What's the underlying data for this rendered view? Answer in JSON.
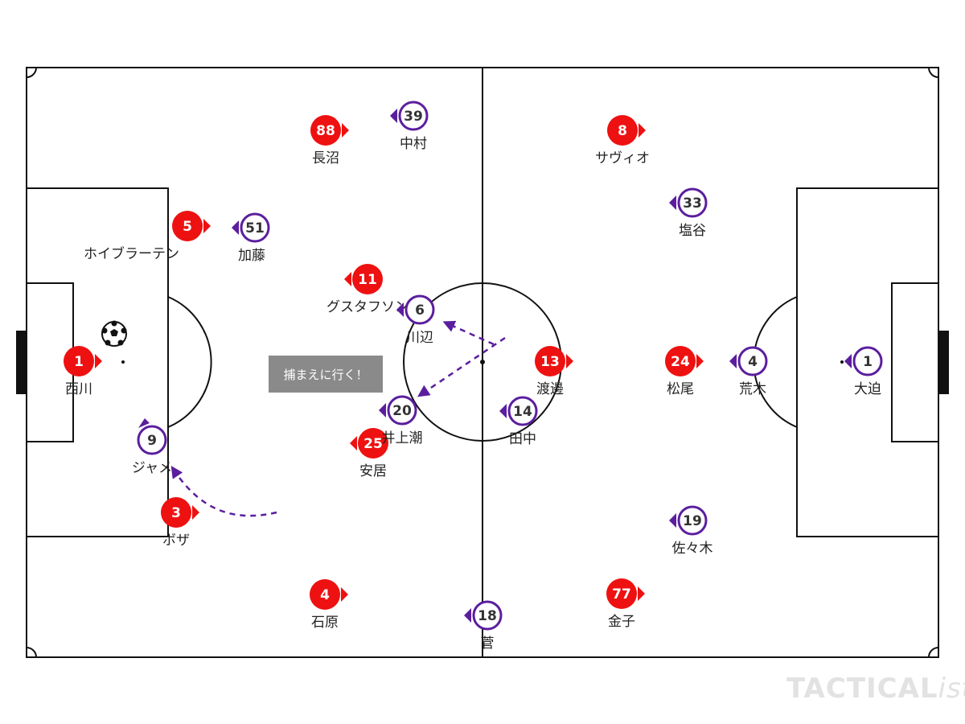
{
  "colors": {
    "home": "#ee1111",
    "away": "#5b1e9e",
    "line": "#111111",
    "callout_bg": "#8a8a8a"
  },
  "callout": {
    "text": "捕まえに行く！"
  },
  "brand": {
    "main": "TACTICAL",
    "accent": "ista"
  },
  "home_players": [
    {
      "number": "1",
      "name": "西川"
    },
    {
      "number": "5",
      "name": "ホイブラーテン"
    },
    {
      "number": "3",
      "name": "ボザ"
    },
    {
      "number": "88",
      "name": "長沼"
    },
    {
      "number": "11",
      "name": "グスタフソン"
    },
    {
      "number": "25",
      "name": "安居"
    },
    {
      "number": "4",
      "name": "石原"
    },
    {
      "number": "13",
      "name": "渡邊"
    },
    {
      "number": "8",
      "name": "サヴィオ"
    },
    {
      "number": "24",
      "name": "松尾"
    },
    {
      "number": "77",
      "name": "金子"
    }
  ],
  "away_players": [
    {
      "number": "1",
      "name": "大迫"
    },
    {
      "number": "4",
      "name": "荒木"
    },
    {
      "number": "33",
      "name": "塩谷"
    },
    {
      "number": "19",
      "name": "佐々木"
    },
    {
      "number": "14",
      "name": "田中"
    },
    {
      "number": "39",
      "name": "中村"
    },
    {
      "number": "51",
      "name": "加藤"
    },
    {
      "number": "6",
      "name": "川辺"
    },
    {
      "number": "20",
      "name": "井上潮"
    },
    {
      "number": "9",
      "name": "ジャメ"
    },
    {
      "number": "18",
      "name": "菅"
    }
  ]
}
